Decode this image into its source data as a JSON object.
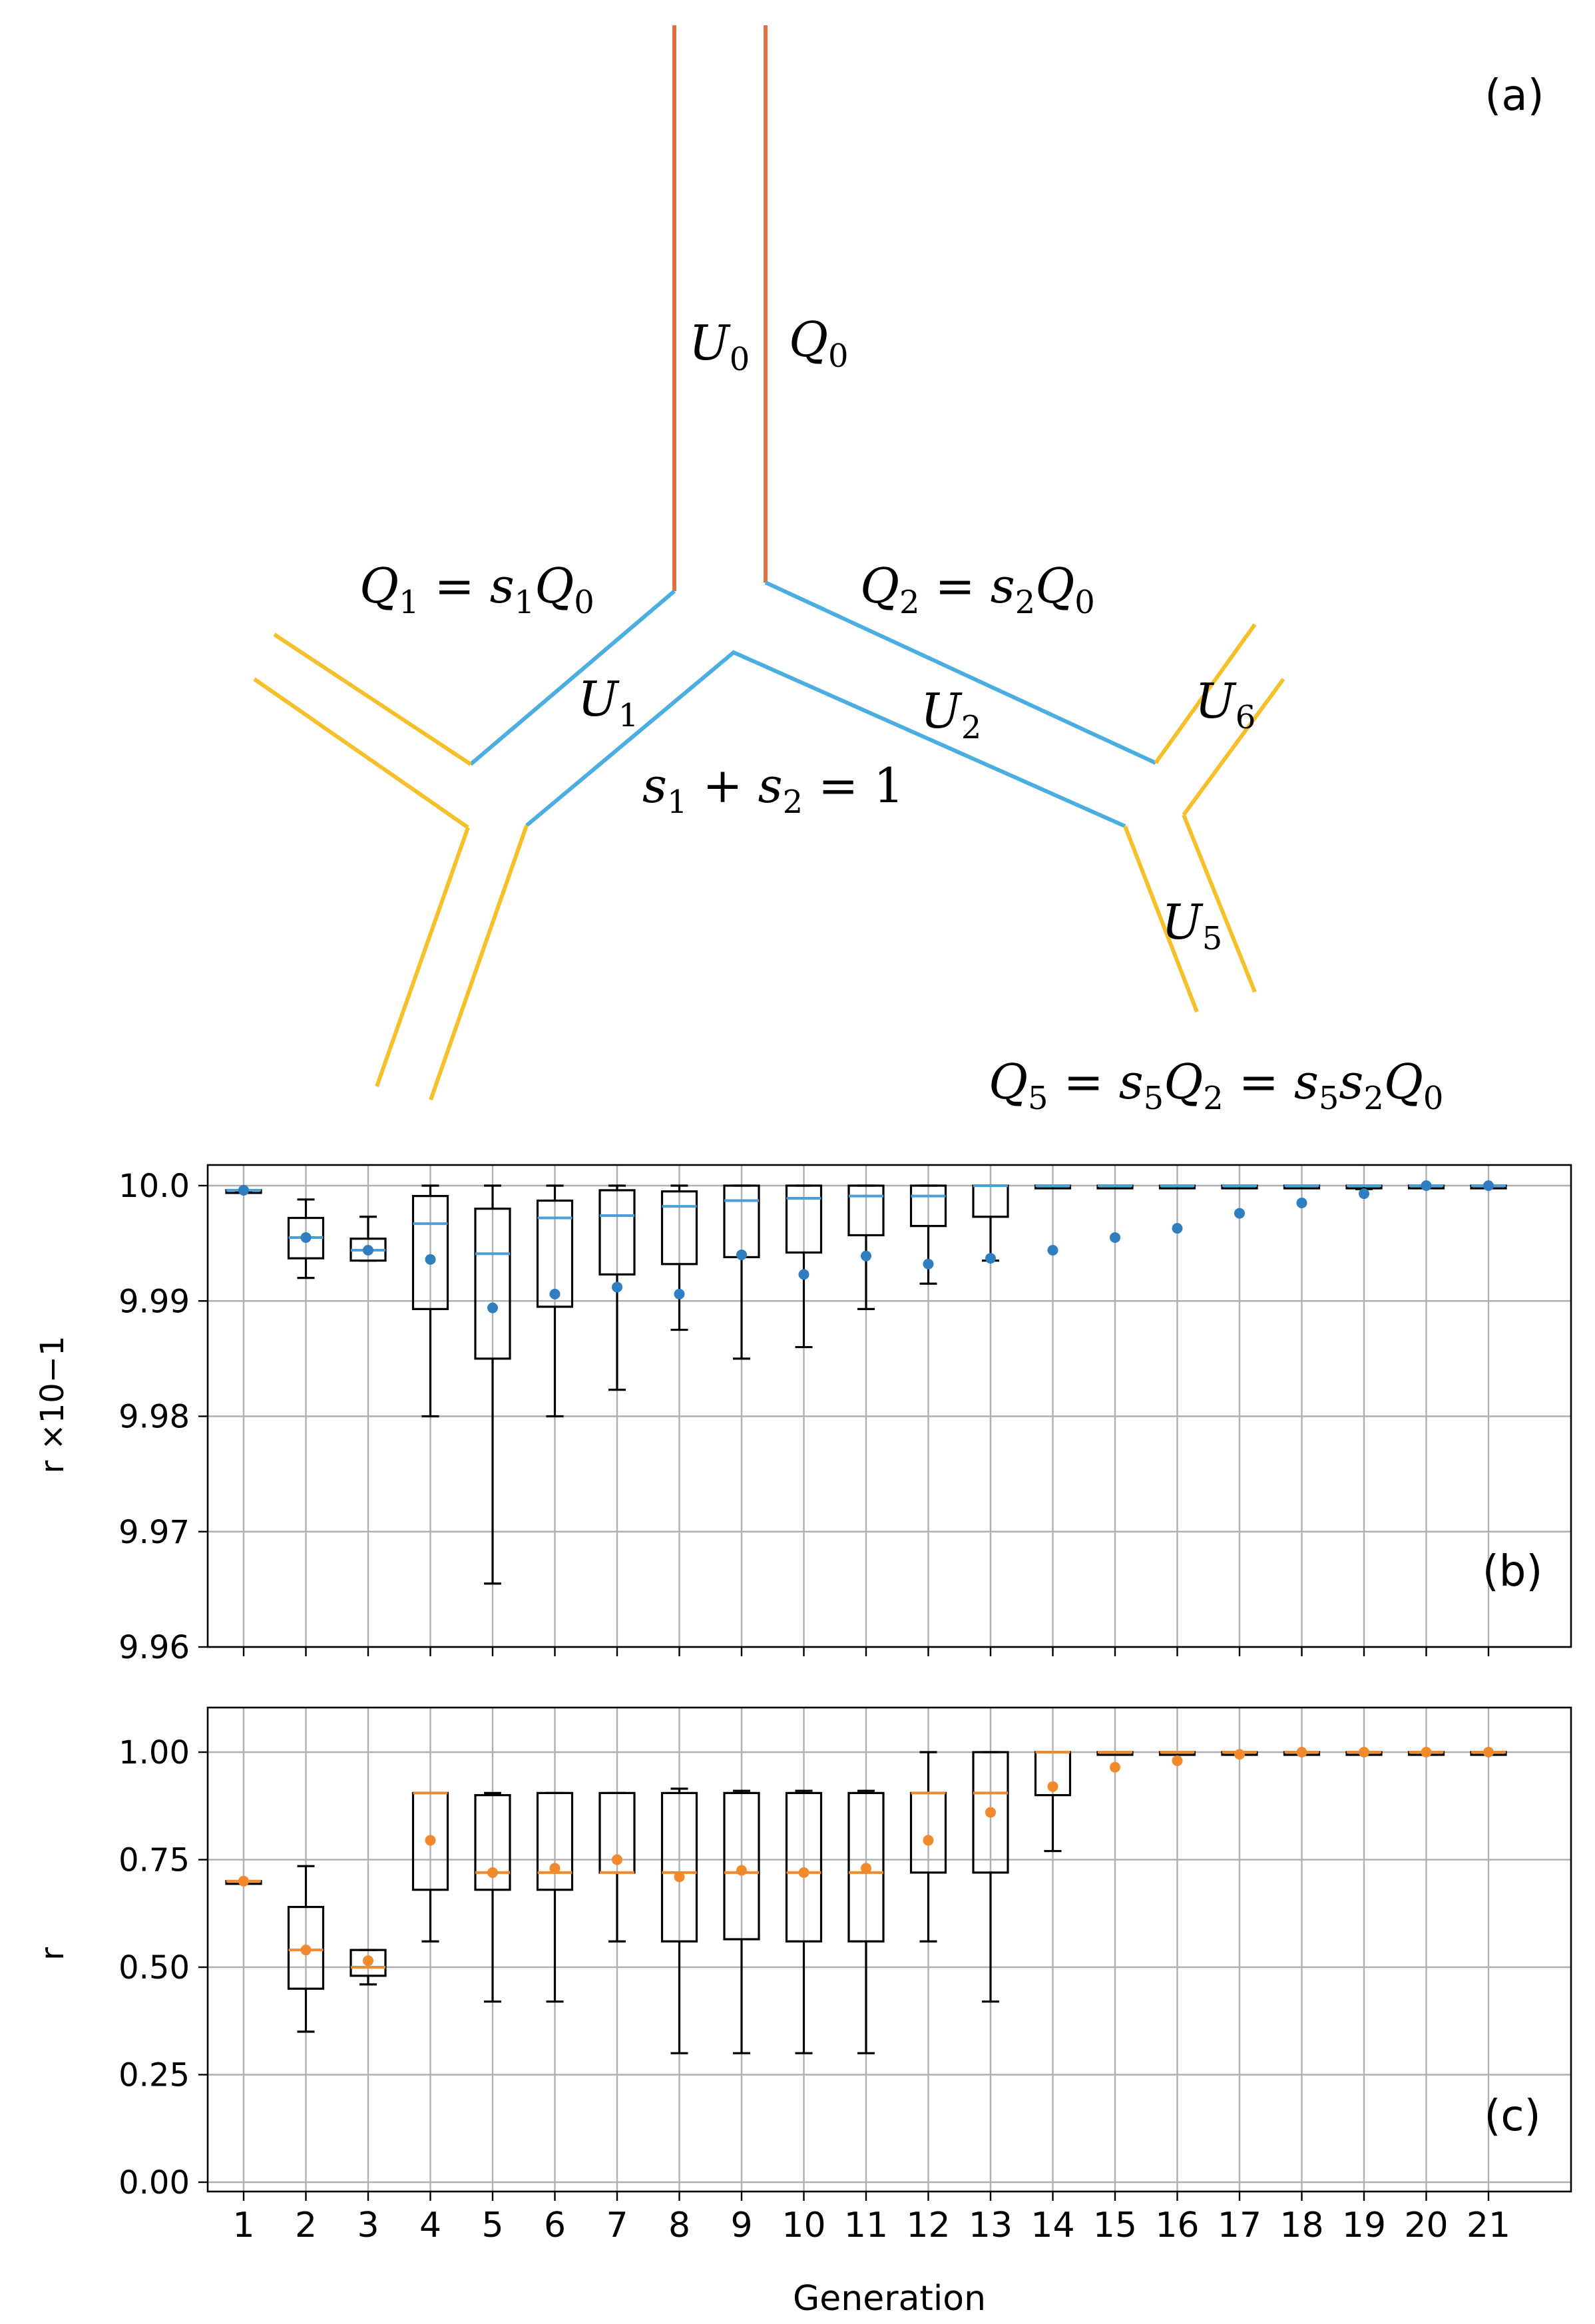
{
  "panel_a": {
    "label": "(a)",
    "math_labels": {
      "U0": "U0",
      "Q0": "Q0",
      "Q1": "Q1 = s1Q0",
      "Q2": "Q2 = s2Q0",
      "U1": "U1",
      "U2": "U2",
      "U5": "U5",
      "U6": "U6",
      "s_sum": "s1 + s2 = 1",
      "Q5": "Q5 = s5Q2 = s5s2Q0"
    },
    "colors": {
      "generation0": "#e0703c",
      "generation1": "#4aaee0",
      "generation2": "#f5c02a"
    }
  },
  "chart_data": [
    {
      "type": "box",
      "label": "(b)",
      "ylabel": "r ×10−1",
      "ylim": [
        9.96,
        10.0
      ],
      "yticks": [
        "9.96",
        "9.97",
        "9.98",
        "9.99",
        "10.0"
      ],
      "grid": true,
      "median_color": "#4a9fd8",
      "mean_color": "#2f7fc0",
      "categories": [
        1,
        2,
        3,
        4,
        5,
        6,
        7,
        8,
        9,
        10,
        11,
        12,
        13,
        14,
        15,
        16,
        17,
        18,
        19,
        20,
        21
      ],
      "whisker_low": [
        9.9995,
        9.992,
        9.9935,
        9.98,
        9.9655,
        9.98,
        9.9823,
        9.9875,
        9.985,
        9.986,
        9.9893,
        9.9915,
        9.9935,
        10.0,
        10.0,
        10.0,
        10.0,
        10.0,
        9.9997,
        10.0,
        10.0
      ],
      "q1": [
        9.9995,
        9.9937,
        9.9935,
        9.9893,
        9.985,
        9.9895,
        9.9923,
        9.9932,
        9.9938,
        9.9942,
        9.9957,
        9.9965,
        9.9973,
        10.0,
        10.0,
        10.0,
        10.0,
        10.0,
        9.9999,
        10.0,
        10.0
      ],
      "median": [
        9.9996,
        9.9955,
        9.9944,
        9.9967,
        9.9941,
        9.9972,
        9.9974,
        9.9982,
        9.9987,
        9.9989,
        9.9991,
        9.9991,
        10.0,
        10.0,
        10.0,
        10.0,
        10.0,
        10.0,
        10.0,
        10.0,
        10.0
      ],
      "q3": [
        9.9996,
        9.9972,
        9.9954,
        9.9991,
        9.998,
        9.9987,
        9.9996,
        9.9995,
        10.0,
        10.0,
        10.0,
        10.0,
        10.0,
        10.0,
        10.0,
        10.0,
        10.0,
        10.0,
        10.0,
        10.0,
        10.0
      ],
      "whisker_high": [
        9.9996,
        9.9988,
        9.9973,
        10.0,
        10.0,
        10.0,
        10.0,
        10.0,
        10.0,
        10.0,
        10.0,
        10.0,
        10.0,
        10.0,
        10.0,
        10.0,
        10.0,
        10.0,
        10.0,
        10.0,
        10.0
      ],
      "mean": [
        9.9996,
        9.9955,
        9.9944,
        9.9936,
        9.9894,
        9.9906,
        9.9912,
        9.9906,
        9.994,
        9.9923,
        9.9939,
        9.9932,
        9.9937,
        9.9944,
        9.9955,
        9.9963,
        9.9976,
        9.9985,
        9.9993,
        10.0,
        10.0
      ]
    },
    {
      "type": "box",
      "label": "(c)",
      "xlabel": "Generation",
      "ylabel": "r",
      "ylim": [
        0.0,
        1.1
      ],
      "yticks": [
        "0.00",
        "0.25",
        "0.50",
        "0.75",
        "1.00"
      ],
      "grid": true,
      "median_color": "#f08a2c",
      "mean_color": "#f08a2c",
      "categories": [
        1,
        2,
        3,
        4,
        5,
        6,
        7,
        8,
        9,
        10,
        11,
        12,
        13,
        14,
        15,
        16,
        17,
        18,
        19,
        20,
        21
      ],
      "whisker_low": [
        0.7,
        0.35,
        0.46,
        0.56,
        0.42,
        0.42,
        0.56,
        0.3,
        0.3,
        0.3,
        0.3,
        0.56,
        0.42,
        0.77,
        1.0,
        1.0,
        1.0,
        1.0,
        1.0,
        1.0,
        1.0
      ],
      "q1": [
        0.7,
        0.45,
        0.48,
        0.68,
        0.68,
        0.68,
        0.72,
        0.56,
        0.565,
        0.56,
        0.56,
        0.72,
        0.72,
        0.9,
        1.0,
        1.0,
        1.0,
        1.0,
        1.0,
        1.0,
        1.0
      ],
      "median": [
        0.7,
        0.54,
        0.5,
        0.905,
        0.72,
        0.72,
        0.72,
        0.72,
        0.72,
        0.72,
        0.72,
        0.905,
        0.905,
        1.0,
        1.0,
        1.0,
        1.0,
        1.0,
        1.0,
        1.0,
        1.0
      ],
      "q3": [
        0.7,
        0.64,
        0.54,
        0.905,
        0.9,
        0.905,
        0.905,
        0.905,
        0.905,
        0.905,
        0.905,
        0.905,
        1.0,
        1.0,
        1.0,
        1.0,
        1.0,
        1.0,
        1.0,
        1.0,
        1.0
      ],
      "whisker_high": [
        0.7,
        0.735,
        0.54,
        0.905,
        0.905,
        0.905,
        0.905,
        0.915,
        0.91,
        0.91,
        0.91,
        1.0,
        1.0,
        1.0,
        1.0,
        1.0,
        1.0,
        1.0,
        1.0,
        1.0,
        1.0
      ],
      "mean": [
        0.7,
        0.54,
        0.515,
        0.795,
        0.72,
        0.73,
        0.75,
        0.71,
        0.725,
        0.72,
        0.73,
        0.795,
        0.86,
        0.92,
        0.965,
        0.98,
        0.995,
        1.0,
        1.0,
        1.0,
        1.0
      ]
    }
  ]
}
